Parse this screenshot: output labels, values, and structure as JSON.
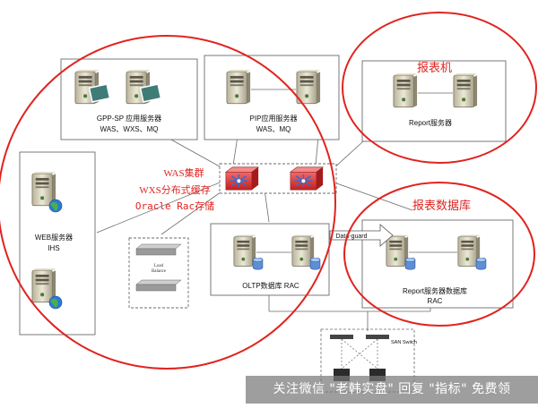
{
  "colors": {
    "annotation_red": "#e0241f",
    "box_border": "#6a6a6a",
    "server_body": "#d9d4bd",
    "switch_red": "#e23a3a",
    "switch_blue": "#2a6fd8",
    "watermark_bg": "#7a7a7a"
  },
  "nodes": {
    "gpp_sp": {
      "title": "GPP-SP 应用服务器",
      "sub": "WAS、WXS、MQ"
    },
    "pip": {
      "title": "PIP应用服务器",
      "sub": "WAS、MQ"
    },
    "report": {
      "title": "Report服务器"
    },
    "web": {
      "title": "WEB服务器",
      "sub": "IHS"
    },
    "oltp": {
      "title": "OLTP数据库 RAC"
    },
    "report_db": {
      "title": "Report服务器数据库",
      "sub": "RAC"
    },
    "load_balance": {
      "line1": "Load",
      "line2": "Balance"
    },
    "data_guard": "Data-guard",
    "san_switch": "SAN Switch"
  },
  "annotations": {
    "report_machine": "报表机",
    "report_db": "报表数据库",
    "was_cluster": "WAS集群",
    "wxs_cache": "WXS分布式缓存",
    "oracle_rac": "Oracle Rac存储"
  },
  "icons": {
    "server": "server-tower-icon",
    "switch": "network-switch-icon",
    "database": "database-cylinder-icon",
    "globe": "globe-icon",
    "storage": "storage-array-icon"
  },
  "watermark": "关注微信 \"老韩实盘\" 回复 \"指标\" 免费领"
}
